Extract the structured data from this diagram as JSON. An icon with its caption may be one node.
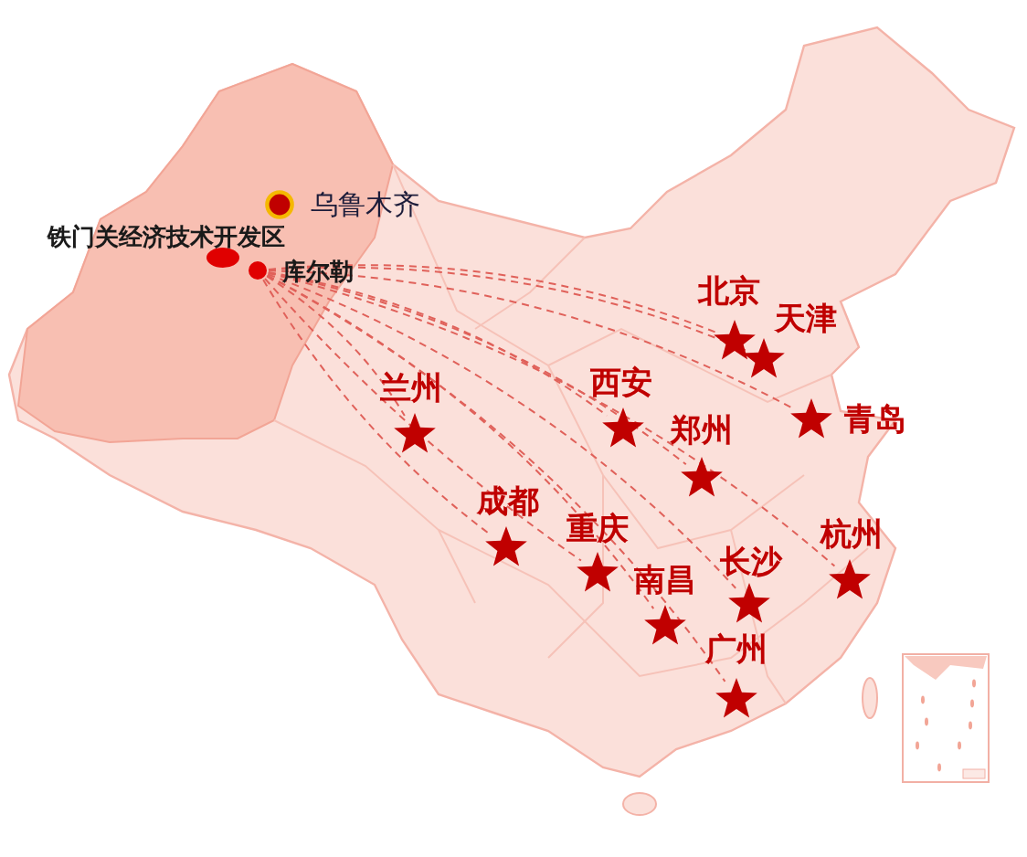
{
  "diagram": {
    "nodes": [
      {
        "text": [
          "乌鲁木齐"
        ]
      },
      {
        "text": [
          "铁门关经济技术开发区"
        ]
      },
      {
        "text": [
          "库尔勒"
        ]
      },
      {
        "text": [
          "北京"
        ]
      },
      {
        "text": [
          "天津"
        ]
      },
      {
        "text": [
          "兰州"
        ]
      },
      {
        "text": [
          "西安"
        ]
      },
      {
        "text": [
          "青岛"
        ]
      },
      {
        "text": [
          "郑州"
        ]
      },
      {
        "text": [
          "成都"
        ]
      },
      {
        "text": [
          "重庆"
        ]
      },
      {
        "text": [
          "杭州"
        ]
      },
      {
        "text": [
          "长沙"
        ]
      },
      {
        "text": [
          "南昌"
        ]
      },
      {
        "text": [
          "广州"
        ]
      }
    ],
    "edges": [
      {
        "from": 2,
        "to": 3,
        "arrow": "none",
        "style": "dashed"
      },
      {
        "from": 2,
        "to": 4,
        "arrow": "none",
        "style": "dashed"
      },
      {
        "from": 2,
        "to": 5,
        "arrow": "none",
        "style": "dashed"
      },
      {
        "from": 2,
        "to": 6,
        "arrow": "none",
        "style": "dashed"
      },
      {
        "from": 2,
        "to": 7,
        "arrow": "none",
        "style": "dashed"
      },
      {
        "from": 2,
        "to": 8,
        "arrow": "none",
        "style": "dashed"
      },
      {
        "from": 2,
        "to": 9,
        "arrow": "none",
        "style": "dashed"
      },
      {
        "from": 2,
        "to": 10,
        "arrow": "none",
        "style": "dashed"
      },
      {
        "from": 2,
        "to": 11,
        "arrow": "none",
        "style": "dashed"
      },
      {
        "from": 2,
        "to": 12,
        "arrow": "none",
        "style": "dashed"
      },
      {
        "from": 2,
        "to": 13,
        "arrow": "none",
        "style": "dashed"
      },
      {
        "from": 2,
        "to": 14,
        "arrow": "none",
        "style": "dashed"
      }
    ]
  }
}
